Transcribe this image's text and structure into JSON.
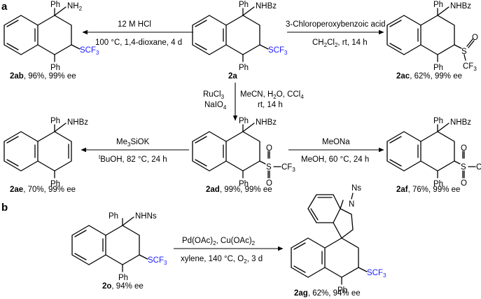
{
  "panels": {
    "a": "a",
    "b": "b"
  },
  "common": {
    "ph": "Ph",
    "nhbz": "NHBz",
    "nh2": "NH",
    "two": "2",
    "scf3": "SCF",
    "three": "3",
    "cf3": "CF",
    "s": "S",
    "o": "O",
    "nhns": "NHNs",
    "n": "N",
    "ns": "Ns"
  },
  "compounds": {
    "c2a": {
      "id": "2a",
      "desc": ""
    },
    "c2ab": {
      "id": "2ab",
      "desc": ", 96%, 99% ee"
    },
    "c2ac": {
      "id": "2ac",
      "desc": ", 62%, 99% ee"
    },
    "c2ad": {
      "id": "2ad",
      "desc": ", 99%, 99% ee"
    },
    "c2ae": {
      "id": "2ae",
      "desc": ", 70%, 99% ee"
    },
    "c2af": {
      "id": "2af",
      "desc": ", 76%, 99% ee"
    },
    "c2o": {
      "id": "2o",
      "desc": ", 94% ee"
    },
    "c2ag": {
      "id": "2ag",
      "desc": ", 62%, 94% ee"
    }
  },
  "reactions": {
    "r_ab": {
      "above": "12 M HCl",
      "below": "100 °C, 1,4-dioxane, 4 d"
    },
    "r_ac": {
      "above": "3-Chloroperoxybenzoic acid",
      "below_a": "CH",
      "below_b": "Cl",
      "below_c": ", rt, 14 h"
    },
    "r_ad": {
      "left1": "RuCl",
      "left2": "NaIO",
      "right1": "MeCN, H",
      "right1b": "O, CCl",
      "right2": "rt, 14 h"
    },
    "r_ae": {
      "above_a": "Me",
      "above_b": "SiOK",
      "below_sup": "t",
      "below": "BuOH, 82 °C, 24 h"
    },
    "r_af": {
      "above": "MeONa",
      "below": "MeOH, 60 °C, 24 h"
    },
    "r_ag": {
      "above_a": "Pd(OAc)",
      "above_b": ", Cu(OAc)",
      "below_a": "xylene, 140 °C, O",
      "below_b": ", 3 d"
    }
  },
  "colors": {
    "ink": "#000000",
    "highlight": "#1a1aff",
    "background": "#ffffff"
  }
}
